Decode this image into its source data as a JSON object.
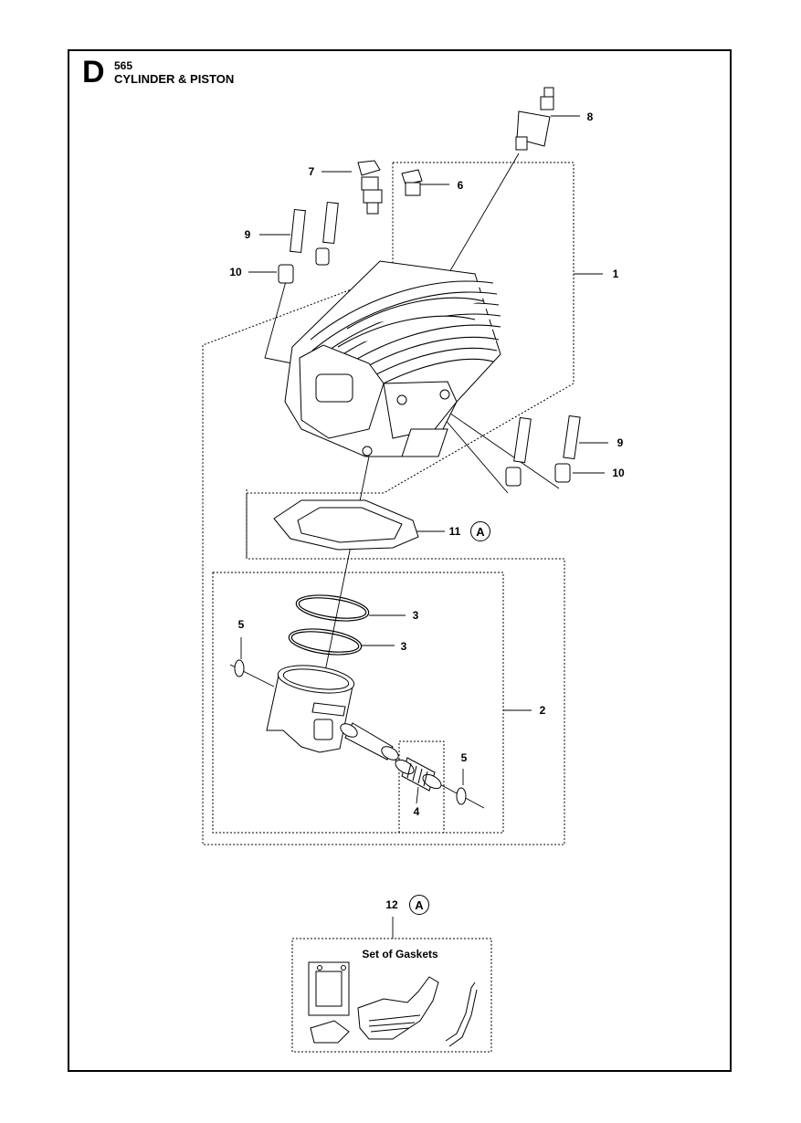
{
  "header": {
    "section_letter": "D",
    "model_number": "565",
    "title": "CYLINDER & PISTON"
  },
  "callouts": {
    "c1": "1",
    "c2": "2",
    "c3a": "3",
    "c3b": "3",
    "c4": "4",
    "c5a": "5",
    "c5b": "5",
    "c6": "6",
    "c7": "7",
    "c8": "8",
    "c9a": "9",
    "c9b": "9",
    "c10a": "10",
    "c10b": "10",
    "c11": "11",
    "c12": "12"
  },
  "badges": {
    "gasket_badge": "A",
    "kit_badge": "A"
  },
  "kit": {
    "title": "Set of Gaskets"
  }
}
